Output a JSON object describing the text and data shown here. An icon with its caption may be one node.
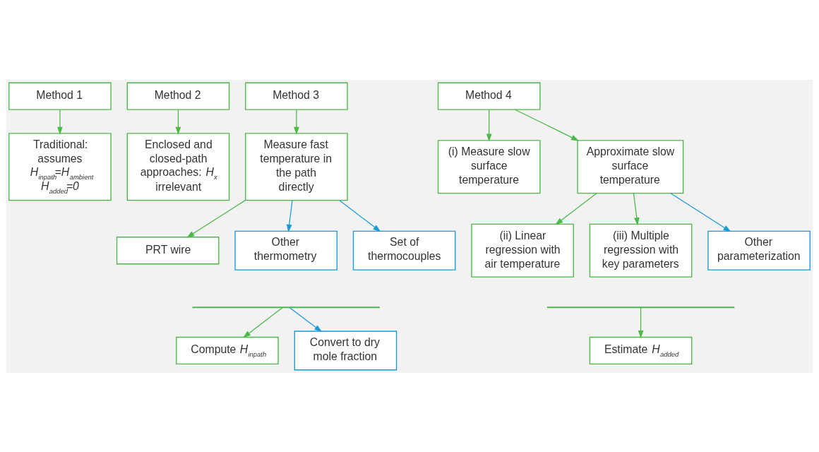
{
  "diagram": {
    "nodes": [
      {
        "text": [
          "Method 1"
        ]
      },
      {
        "text": [
          "Traditional: assumes",
          "*H$_{inpath}$=H$_{ambient}$*",
          "*H$_{added}$=0*"
        ]
      },
      {
        "text": [
          "Method 2"
        ]
      },
      {
        "text": [
          "Enclosed and closed-path approaches: *H$_{x}$* irrelevant"
        ]
      },
      {
        "text": [
          "Method 3"
        ]
      },
      {
        "text": [
          "Measure fast temperature in the path directly"
        ]
      },
      {
        "text": [
          "PRT wire"
        ]
      },
      {
        "text": [
          "Other thermometry"
        ]
      },
      {
        "text": [
          "Set of thermocouples"
        ]
      },
      {
        "text": [],
        "shape": "brace"
      },
      {
        "text": [
          "Compute *H$_{inpath}$*"
        ]
      },
      {
        "text": [
          "Convert to dry mole fraction"
        ]
      },
      {
        "text": [
          "Method 4"
        ]
      },
      {
        "text": [
          "(i) Measure slow surface temperature"
        ]
      },
      {
        "text": [
          "Approximate slow surface temperature"
        ]
      },
      {
        "text": [
          "(ii) Linear regression with air temperature"
        ]
      },
      {
        "text": [
          "(iii) Multiple regression with key parameters"
        ]
      },
      {
        "text": [
          "Other parameterization"
        ]
      },
      {
        "text": [],
        "shape": "brace"
      },
      {
        "text": [
          "Estimate *H$_{added}$*"
        ]
      }
    ],
    "edges": [
      {
        "from": 0,
        "to": 1,
        "arrow": "to"
      },
      {
        "from": 2,
        "to": 3,
        "arrow": "to"
      },
      {
        "from": 4,
        "to": 5,
        "arrow": "to"
      },
      {
        "from": 5,
        "to": 6,
        "arrow": "to"
      },
      {
        "from": 5,
        "to": 7,
        "arrow": "to",
        "color": "#1a9ad6"
      },
      {
        "from": 5,
        "to": 8,
        "arrow": "to",
        "color": "#1a9ad6"
      },
      {
        "from": 9,
        "to": 10,
        "arrow": "to"
      },
      {
        "from": 9,
        "to": 11,
        "arrow": "to",
        "color": "#1a9ad6"
      },
      {
        "from": 12,
        "to": 13,
        "arrow": "to"
      },
      {
        "from": 12,
        "to": 14,
        "arrow": "to"
      },
      {
        "from": 14,
        "to": 15,
        "arrow": "to"
      },
      {
        "from": 14,
        "to": 16,
        "arrow": "to"
      },
      {
        "from": 14,
        "to": 17,
        "arrow": "to",
        "color": "#1a9ad6"
      },
      {
        "from": 18,
        "to": 19,
        "arrow": "to"
      }
    ]
  }
}
